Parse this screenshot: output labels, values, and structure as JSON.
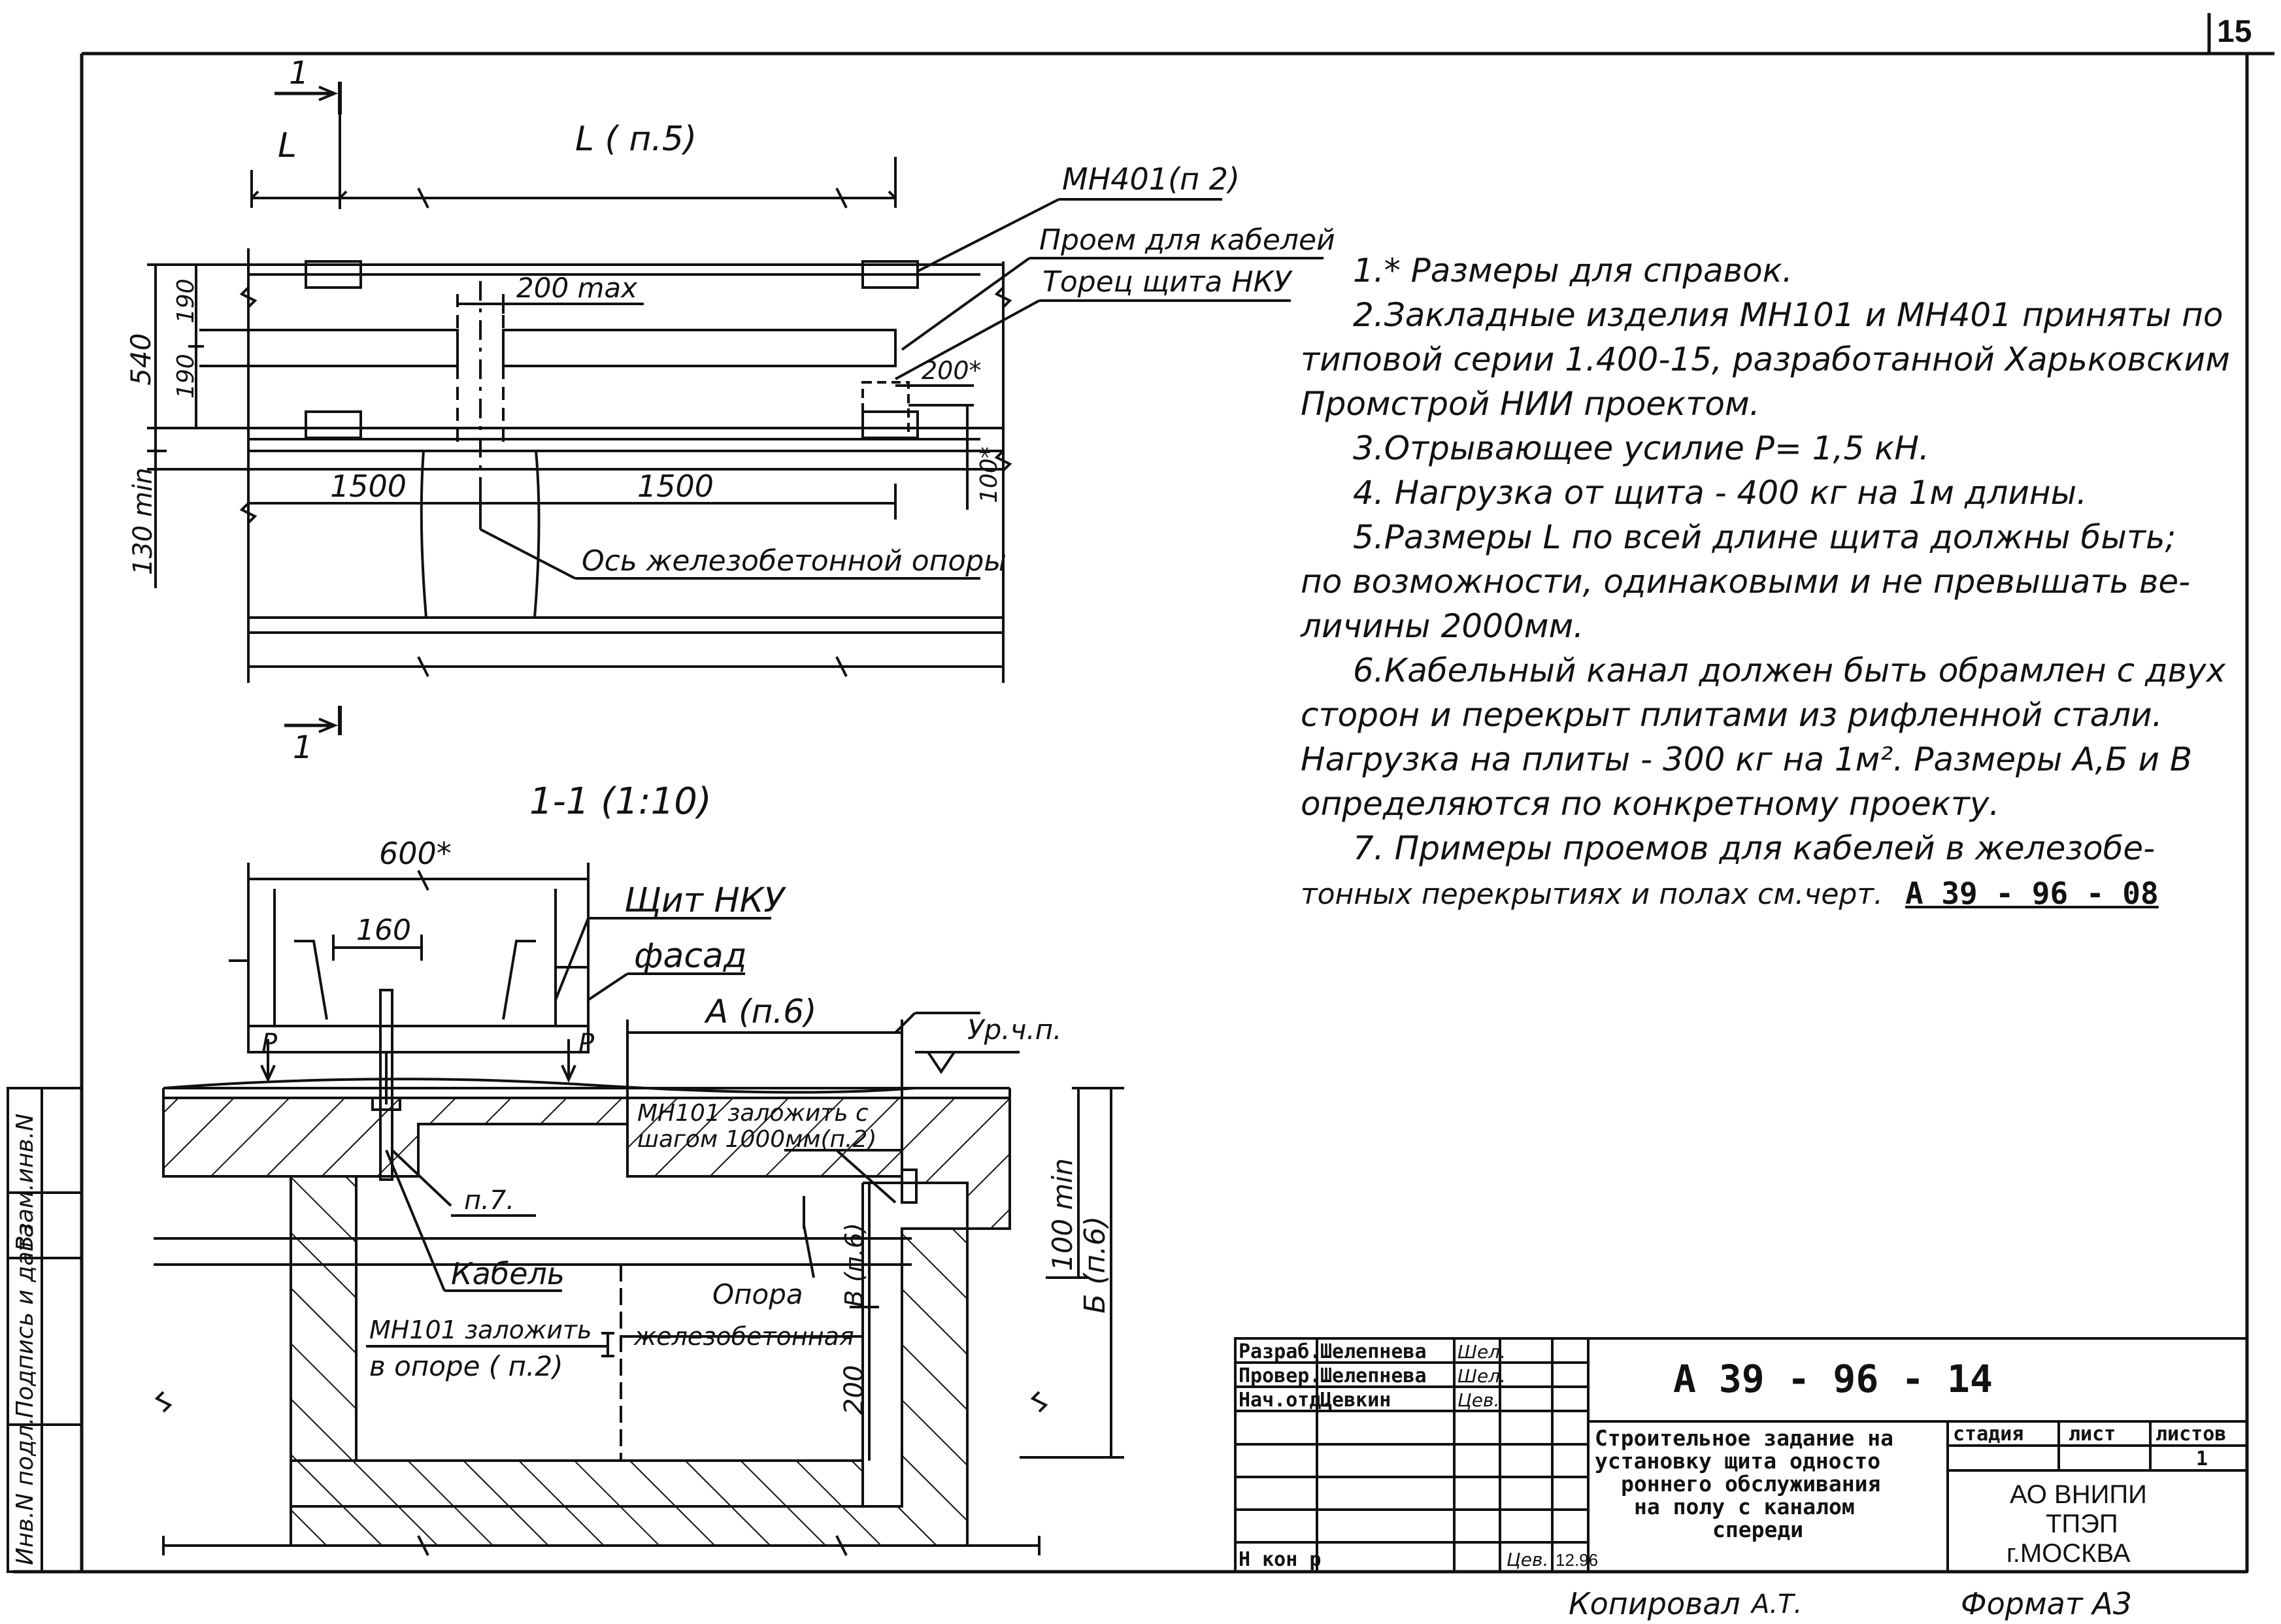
{
  "sheet": {
    "page_number": "15",
    "copied_by_label": "Копировал",
    "format_label": "Формат А3"
  },
  "side_stamp": {
    "cells": [
      "Инв.N подл.",
      "Подпись и дата",
      "Взам.инв.N"
    ]
  },
  "plan_view": {
    "section_mark_top": "1",
    "section_mark_bottom": "1",
    "dim_L": "L",
    "dim_L_n5": "L ( п.5)",
    "dim_200max": "200 max",
    "dim_540": "540",
    "dim_190a": "190",
    "dim_190b": "190",
    "dim_200star": "200*",
    "dim_100star": "100*",
    "dim_130min": "130 min",
    "dim_1500_left": "1500",
    "dim_1500_right": "1500",
    "label_mn401": "МН401(п 2)",
    "label_cable_opening": "Проем для кабелей",
    "label_panel_end": "Торец щита НКУ",
    "label_axis": "Ось железобетонной опоры"
  },
  "section_view": {
    "title": "1-1 (1:10)",
    "dim_600": "600*",
    "dim_160": "160",
    "dim_A": "А (п.6)",
    "label_level": "Ур.ч.п.",
    "label_panel": "Щит НКУ",
    "label_facade": "фасад",
    "label_P_left": "P",
    "label_P_right": "P",
    "label_mn101_step_1": "МН101 заложить с",
    "label_mn101_step_2": "шагом 1000мм(п.2)",
    "label_p7": "п.7.",
    "label_cable": "Кабель",
    "label_support_1": "Опора",
    "label_support_2": "железобетонная",
    "label_mn101_support_1": "МН101  заложить",
    "label_mn101_support_2": "в опоре  ( п.2)",
    "dim_100min": "100 min",
    "dim_B": "Б (п.6)",
    "dim_V": "В (п.6)",
    "dim_200": "200"
  },
  "notes": [
    "1.* Размеры для справок.",
    "2.Закладные изделия МН101 и МН401 приняты по",
    "типовой серии 1.400-15, разработанной Харьковским",
    "Промстрой НИИ проектом.",
    "3.Отрывающее усилие P= 1,5 кН.",
    "4. Нагрузка от щита - 400 кг на 1м длины.",
    "5.Размеры L по всей длине щита должны быть;",
    "по возможности, одинаковыми и не превышать ве-",
    "личины 2000мм.",
    "6.Кабельный канал должен быть обрамлен с двух",
    "сторон и перекрыт плитами из рифленной стали.",
    "Нагрузка на плиты - 300 кг на 1м². Размеры А,Б и В",
    "определяются по конкретному проекту.",
    "7. Примеры проемов для кабелей в железобе-",
    "тонных перекрытиях и полах см.черт."
  ],
  "note7_ref": "А 39 - 96 - 08",
  "title_block": {
    "doc_number": "А 39 - 96 - 14",
    "rows": [
      {
        "role": "Разраб.",
        "name": "Шелепнева",
        "sign": "Шел."
      },
      {
        "role": "Провер.",
        "name": "Шелепнева",
        "sign": "Шел."
      },
      {
        "role": "Нач.отд.",
        "name": "Цевкин",
        "sign": "Цев."
      },
      {
        "role": "",
        "name": "",
        "sign": ""
      },
      {
        "role": "",
        "name": "",
        "sign": ""
      },
      {
        "role": "",
        "name": "",
        "sign": ""
      },
      {
        "role": "Н кон р",
        "name": "",
        "sign": "Цев."
      }
    ],
    "date": "12.96",
    "description": [
      "Строительное задание на",
      "установку щита односто",
      "роннего обслуживания",
      "на полу с каналом",
      "спереди"
    ],
    "col_stage": "стадия",
    "col_sheet": "лист",
    "col_sheets": "листов",
    "sheet_value": "1",
    "org": [
      "АО ВНИПИ",
      "ТПЭП",
      "г.МОСКВА"
    ]
  }
}
